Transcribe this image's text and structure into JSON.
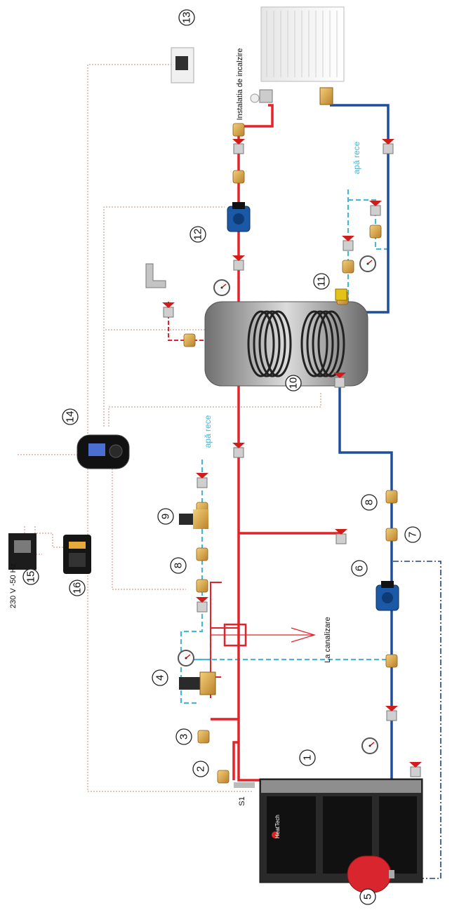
{
  "callouts": [
    "1",
    "2",
    "3",
    "4",
    "5",
    "6",
    "7",
    "8",
    "8",
    "9",
    "10",
    "11",
    "12",
    "13",
    "14",
    "15",
    "16"
  ],
  "labels": {
    "heating_installation": "Instalatia de incalzire",
    "cold_water_top": "apă rece",
    "cold_water_mid": "apă rece",
    "drain": "La canalizare",
    "power": "230 V -50 Hz",
    "sensor": "S1",
    "boiler_brand": "HeatTech"
  },
  "colors": {
    "hot": "#e32229",
    "return": "#1f4e9e",
    "cold": "#4ab6d6",
    "signal": "#c98a7e",
    "expansion": "#1f3f80"
  },
  "components": [
    {
      "name": "radiator-icon"
    },
    {
      "name": "boiler-icon"
    },
    {
      "name": "storage-tank-icon"
    },
    {
      "name": "controller-icon"
    },
    {
      "name": "room-thermostat-icon"
    },
    {
      "name": "ups-icon"
    },
    {
      "name": "expansion-vessel-icon"
    },
    {
      "name": "pump-icon"
    },
    {
      "name": "valve-icon"
    },
    {
      "name": "manometer-icon"
    }
  ]
}
